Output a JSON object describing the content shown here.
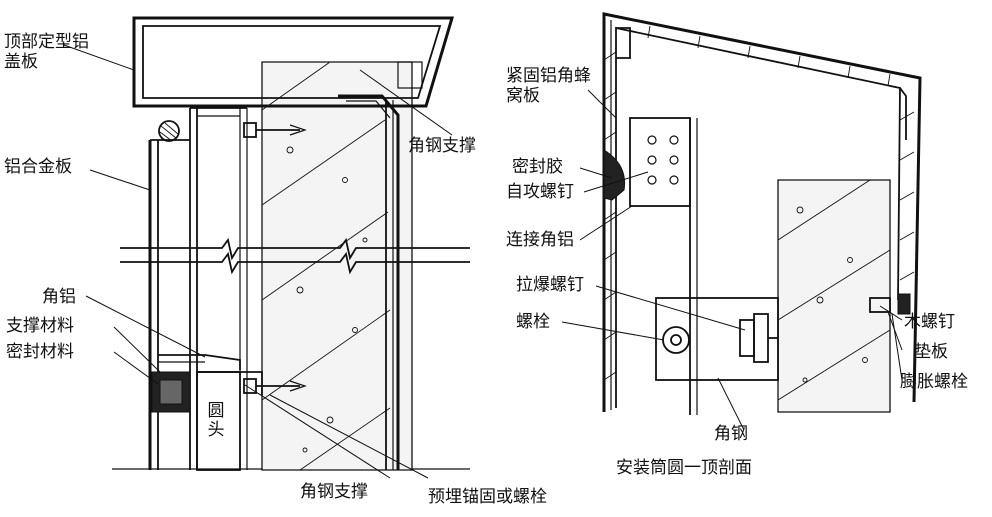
{
  "left_section": {
    "labels": {
      "top_cap": "顶部定型铝盖板",
      "alloy_panel": "铝合金板",
      "angle_al": "角铝",
      "support_material": "支撑材料",
      "seal_material": "密封材料",
      "round_head": "圆头",
      "angle_steel_top": "角钢支撑",
      "angle_steel_bottom": "角钢支撑",
      "embedded_anchor": "预埋锚固或螺栓"
    }
  },
  "right_section": {
    "labels": {
      "honeycomb_panel": "紧固铝角蜂窝板",
      "sealant": "密封胶",
      "self_tapping_screw": "自攻螺钉",
      "connecting_angle": "连接角铝",
      "blind_rivet": "拉爆螺钉",
      "bolt": "螺栓",
      "wood_screw": "木螺钉",
      "washer": "垫板",
      "expansion_bolt": "膨胀螺栓",
      "angle_steel": "角钢"
    },
    "caption": "安装筒圆一顶剖面"
  }
}
